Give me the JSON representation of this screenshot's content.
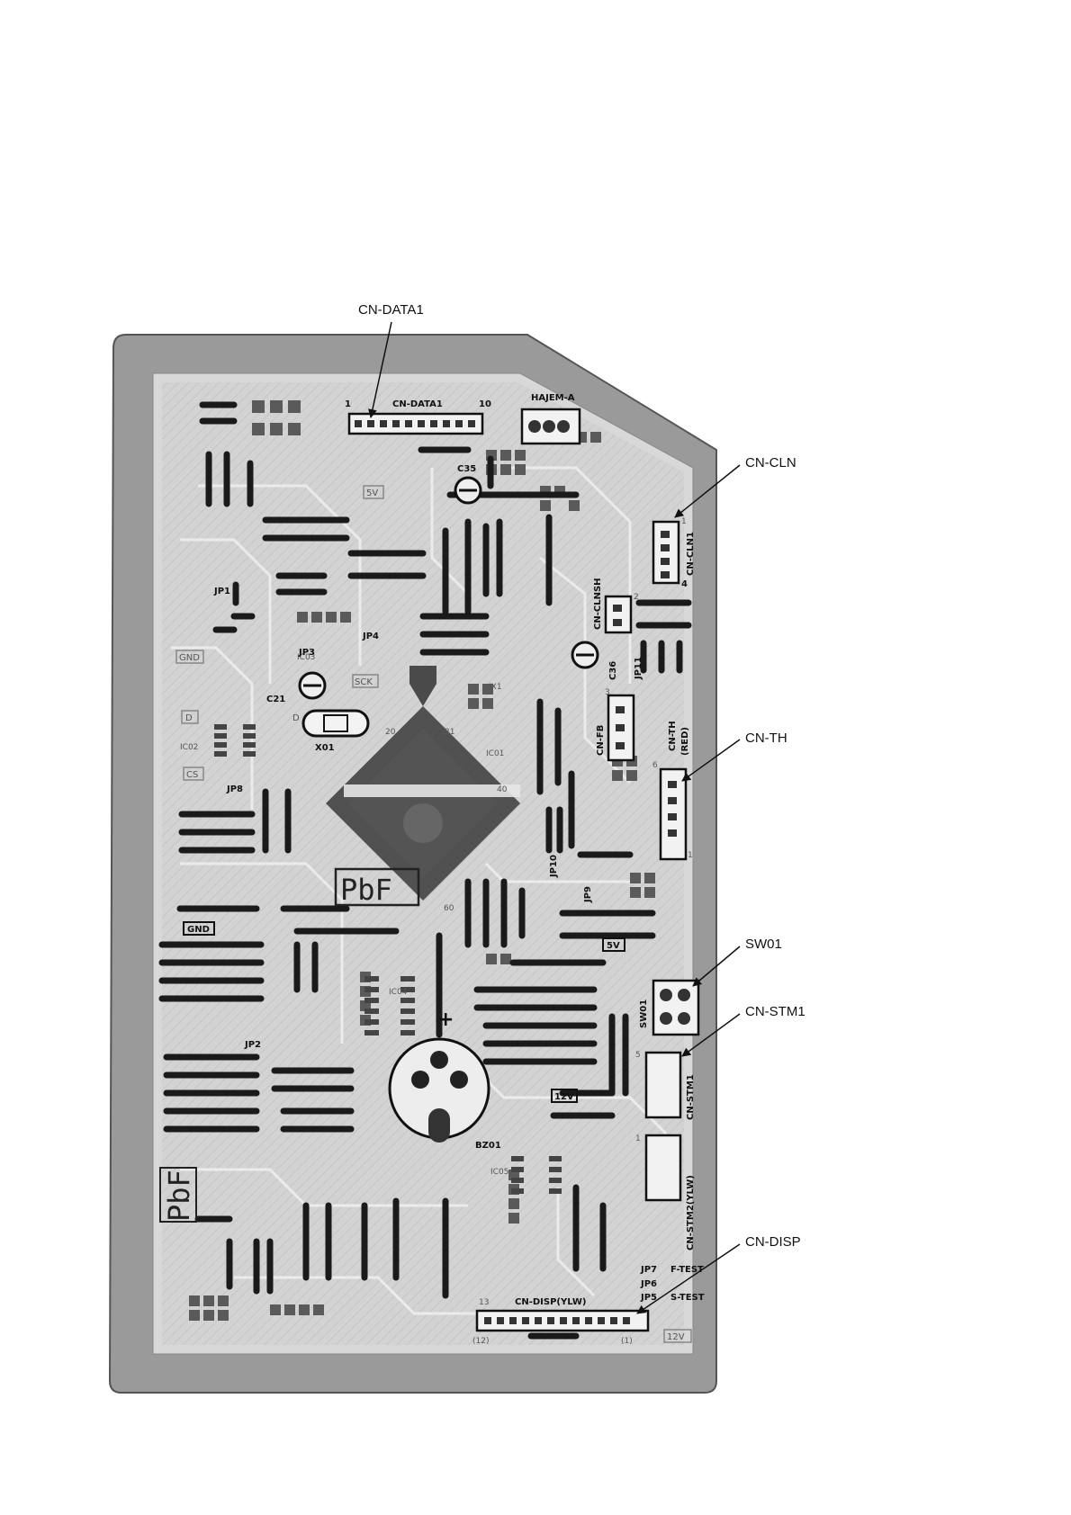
{
  "callouts": {
    "cn_data1": "CN-DATA1",
    "cn_cln": "CN-CLN",
    "cn_th": "CN-TH",
    "sw01": "SW01",
    "cn_stm1": "CN-STM1",
    "cn_disp": "CN-DISP"
  },
  "board": {
    "connectors": {
      "cn_data1": "CN-DATA1",
      "cn_data1_pin_first": "1",
      "cn_data1_pin_last": "10",
      "hajem_a": "HAJEM-A",
      "cn_cln1": "CN-CLN1",
      "cn_cln1_pin": "4",
      "cn_clnsh": "CN-CLNSH",
      "cn_fb": "CN-FB",
      "cn_th": "CN-TH",
      "cn_th_color": "(RED)",
      "cn_stm1": "CN-STM1",
      "cn_stm2": "CN-STM2(YLW)",
      "cn_disp": "CN-DISP(YLW)",
      "cn_disp_pin_13": "13",
      "cn_disp_pin_12": "(12)",
      "cn_disp_pin_1": "(1)"
    },
    "components": {
      "c35": "C35",
      "c36": "C36",
      "c21": "C21",
      "x01": "X01",
      "ic01": "IC01",
      "ic02": "IC02",
      "ic03": "IC03",
      "ic04": "IC04",
      "ic05": "IC05",
      "bz01": "BZ01",
      "sw01": "SW01",
      "jx1": "JX1"
    },
    "jumpers": {
      "jp1": "JP1",
      "jp2": "JP2",
      "jp3": "JP3",
      "jp4": "JP4",
      "jp5": "JP5",
      "jp6": "JP6",
      "jp7": "JP7",
      "jp8": "JP8",
      "jp9": "JP9",
      "jp10": "JP10",
      "jp11": "JP11"
    },
    "test_points": {
      "gnd_upper": "GND",
      "gnd_lower": "GND",
      "five_v_upper": "5V",
      "five_v_lower": "5V",
      "twelve_v_mid": "12V",
      "twelve_v_corner": "12V",
      "d_upper": "D",
      "d_mid": "D",
      "cs": "CS",
      "sck": "SCK",
      "f_test": "F-TEST",
      "s_test": "S-TEST"
    },
    "ic_pins": {
      "p20": "20",
      "p21": "21",
      "p40": "40",
      "p60": "60"
    },
    "marks": {
      "pbf_main": "PbF",
      "pbf_side": "PbF",
      "plus": "+"
    },
    "pin_numbers": {
      "cln1_pin1": "1",
      "clnsh_pin2": "2",
      "fb_pin3": "3",
      "th_pin6": "6",
      "th_pin1": "1",
      "stm_pin5": "5",
      "stm2_pin1": "1"
    }
  }
}
